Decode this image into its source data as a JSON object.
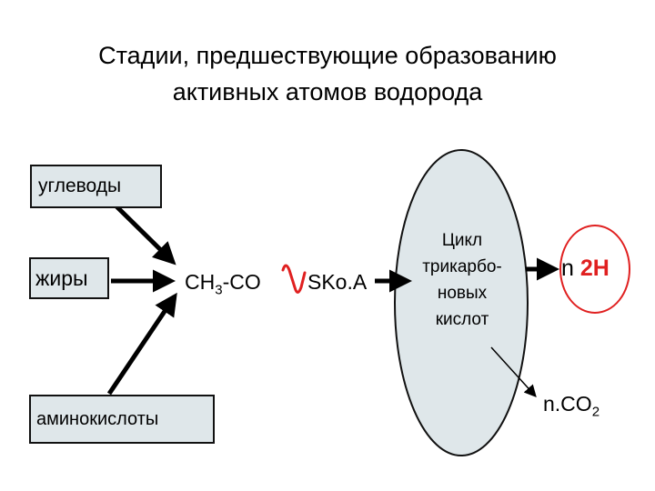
{
  "title": {
    "line1": "Стадии, предшествующие образованию",
    "line2": "активных атомов водорода"
  },
  "sources": {
    "carbs": "углеводы",
    "fats": "жиры",
    "aminoacids": "аминокислоты"
  },
  "acetyl": {
    "left_main": "CH",
    "left_sub": "3",
    "left_tail": "-CO",
    "right": "SKo.A"
  },
  "cycle": {
    "line1": "Цикл",
    "line2": "трикарбо-",
    "line3": "новых",
    "line4": "кислот"
  },
  "product_h": {
    "n": "n",
    "h": "2H"
  },
  "product_co2": {
    "main": "n.CO",
    "sub": "2"
  },
  "colors": {
    "box_fill": "#dfe7ea",
    "ellipse_fill": "#dfe7ea",
    "bond_red": "#e02020",
    "h_red": "#e02020"
  }
}
